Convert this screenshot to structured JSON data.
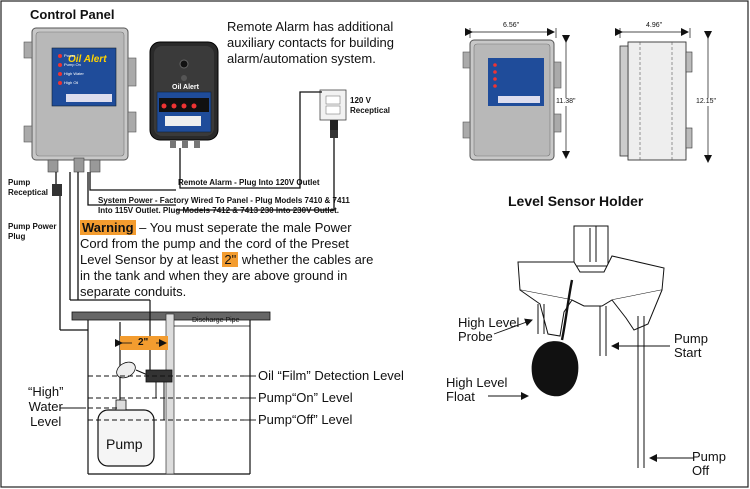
{
  "control_panel_title": "Control Panel",
  "remote_alarm_note": [
    "Remote Alarm has additional",
    "auxiliary contacts for building",
    "alarm/automation system."
  ],
  "panel_brand": "Oil Alert",
  "panel_leds": [
    "Power",
    "Pump On",
    "High Water",
    "High Oil"
  ],
  "alarm_brand": "Oil Alert",
  "outlet_label": [
    "120 V",
    "Receptical"
  ],
  "remote_alarm_plug": "Remote Alarm - Plug Into 120V Outlet",
  "system_power_note": [
    "System Power - Factory Wired To Panel - Plug Models 7410 & 7411",
    "Into 115V Outlet. Plug Models 7412 & 7413 230 Into 230V Outlet."
  ],
  "pump_receptical": [
    "Pump",
    "Receptical"
  ],
  "pump_power_plug": [
    "Pump Power",
    "Plug"
  ],
  "warning": {
    "label": "Warning",
    "line1": " – You must seperate the male Power",
    "line2": "Cord from the pump and the cord of the Preset",
    "line3a": "Level Sensor by at least ",
    "distance": "2\"",
    "line3b": " whether the cables are",
    "line4": "in the tank and when they are above ground in",
    "line5": "separate conduits."
  },
  "discharge_pipe": "Discharge Pipe",
  "tank_gap": "2\"",
  "levels": {
    "oil_film": "Oil “Film” Detection Level",
    "pump_on": "Pump“On” Level",
    "pump_off": "Pump“Off” Level",
    "high_water": [
      "“High”",
      "Water",
      "Level"
    ]
  },
  "pump_label": "Pump",
  "dimensions": {
    "panel_width": "6.56\"",
    "panel_height": "11.38\"",
    "side_width": "4.96\"",
    "side_height": "12.15\""
  },
  "sensor_holder": {
    "title": "Level Sensor Holder",
    "high_level_probe": [
      "High Level",
      "Probe"
    ],
    "high_level_float": [
      "High Level",
      "Float"
    ],
    "pump_start": [
      "Pump",
      "Start"
    ],
    "pump_off": [
      "Pump",
      "Off"
    ]
  }
}
